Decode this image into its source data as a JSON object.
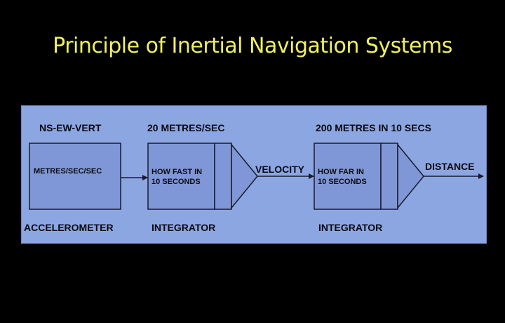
{
  "title": "Principle of Inertial Navigation Systems",
  "colors": {
    "background": "#000000",
    "title": "#f0f060",
    "panel": "#8ca6e2",
    "box_fill": "#7f97d6",
    "stroke": "#1a1a2a"
  },
  "diagram": {
    "accelerometer": {
      "axes_label": "NS-EW-VERT",
      "box_text": "METRES/SEC/SEC",
      "name": "ACCELEROMETER"
    },
    "integrator_1": {
      "header": "20 METRES/SEC",
      "box_line_1": "HOW FAST IN",
      "box_line_2": "10 SECONDS",
      "name": "INTEGRATOR"
    },
    "velocity_label": "VELOCITY",
    "integrator_2": {
      "header": "200 METRES IN 10 SECS",
      "box_line_1": "HOW FAR IN",
      "box_line_2": "10 SECONDS",
      "name": "INTEGRATOR"
    },
    "distance_label": "DISTANCE"
  }
}
